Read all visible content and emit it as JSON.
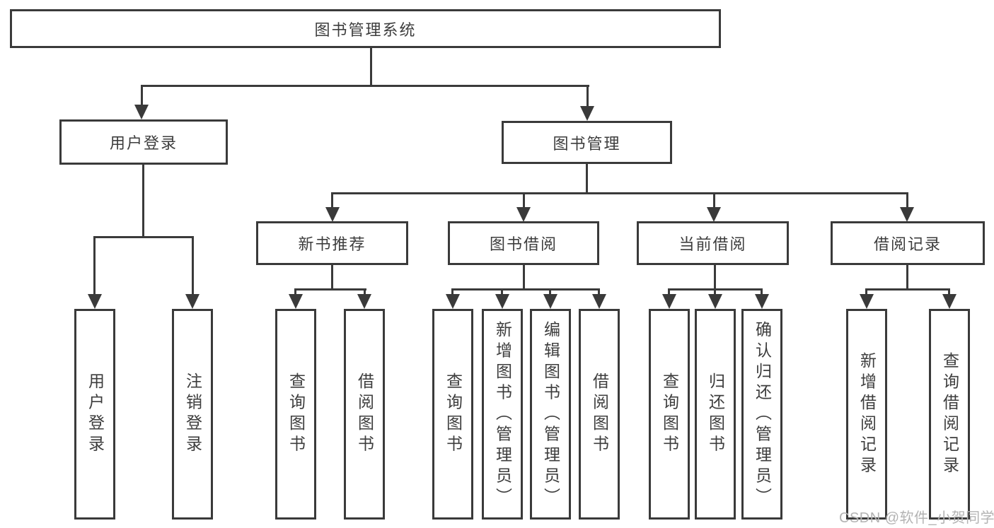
{
  "diagram_title": "图书管理系统",
  "nodes": {
    "root": {
      "label": "图书管理系统"
    },
    "level2": [
      {
        "label": "用户登录"
      },
      {
        "label": "图书管理"
      }
    ],
    "level3": [
      {
        "label": "新书推荐",
        "parent": "图书管理"
      },
      {
        "label": "图书借阅",
        "parent": "图书管理"
      },
      {
        "label": "当前借阅",
        "parent": "图书管理"
      },
      {
        "label": "借阅记录",
        "parent": "图书管理"
      }
    ],
    "leaves": [
      {
        "label": "用户登录",
        "parent": "用户登录"
      },
      {
        "label": "注销登录",
        "parent": "用户登录"
      },
      {
        "label": "查询图书",
        "parent": "新书推荐"
      },
      {
        "label": "借阅图书",
        "parent": "新书推荐"
      },
      {
        "label": "查询图书",
        "parent": "图书借阅"
      },
      {
        "label": "新增图书（管理员）",
        "parent": "图书借阅"
      },
      {
        "label": "编辑图书（管理员）",
        "parent": "图书借阅"
      },
      {
        "label": "借阅图书",
        "parent": "图书借阅"
      },
      {
        "label": "查询图书",
        "parent": "当前借阅"
      },
      {
        "label": "归还图书",
        "parent": "当前借阅"
      },
      {
        "label": "确认归还（管理员）",
        "parent": "当前借阅"
      },
      {
        "label": "新增借阅记录",
        "parent": "借阅记录"
      },
      {
        "label": "查询借阅记录",
        "parent": "借阅记录"
      }
    ]
  },
  "watermark": {
    "text": "CSDN @软件_小贺同学"
  },
  "colors": {
    "line": "#3a3a3a",
    "text": "#3d3d3d",
    "background": "#ffffff",
    "watermark": "#b3b3b3"
  }
}
